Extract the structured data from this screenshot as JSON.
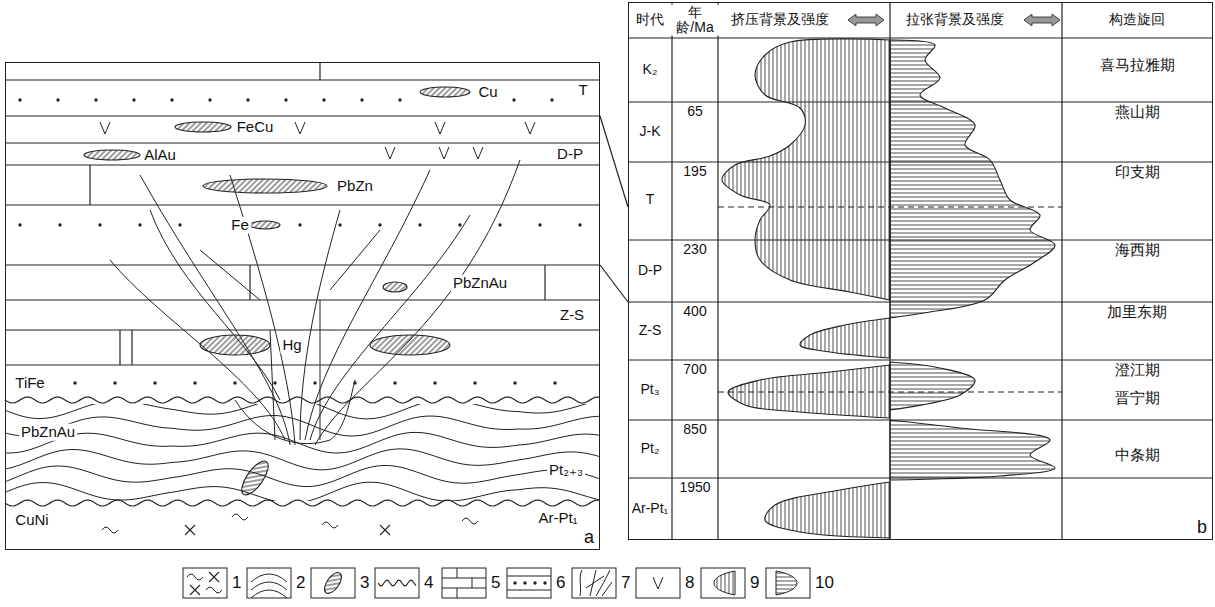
{
  "diagram": {
    "nodes": [
      {
        "text": [
          "a"
        ]
      },
      {
        "text": [
          "b"
        ]
      }
    ],
    "labels": [
      "T",
      "Cu",
      "FeCu",
      "AlAu",
      "D-P",
      "PbZn",
      "Fe",
      "PbZnAu",
      "Z-S",
      "Hg",
      "TiFe",
      "PbZnAu",
      "Pt₂₊₃",
      "CuNi",
      "Ar-Pt₁",
      "时代",
      "年龄/Ma",
      "挤压背景及强度",
      "拉张背景及强度",
      "构造旋回",
      "K₂",
      "J-K",
      "T",
      "D-P",
      "Z-S",
      "Pt₃",
      "Pt₂",
      "Ar-Pt₁",
      "65",
      "195",
      "230",
      "400",
      "700",
      "850",
      "1950",
      "喜马拉雅期",
      "燕山期",
      "印支期",
      "海西期",
      "加里东期",
      "澄江期",
      "晋宁期",
      "中条期"
    ],
    "legend": [
      {
        "text": "1"
      },
      {
        "text": "2"
      },
      {
        "text": "3"
      },
      {
        "text": "4"
      },
      {
        "text": "5"
      },
      {
        "text": "6"
      },
      {
        "text": "7"
      },
      {
        "text": "8"
      },
      {
        "text": "9"
      },
      {
        "text": "10"
      }
    ]
  }
}
